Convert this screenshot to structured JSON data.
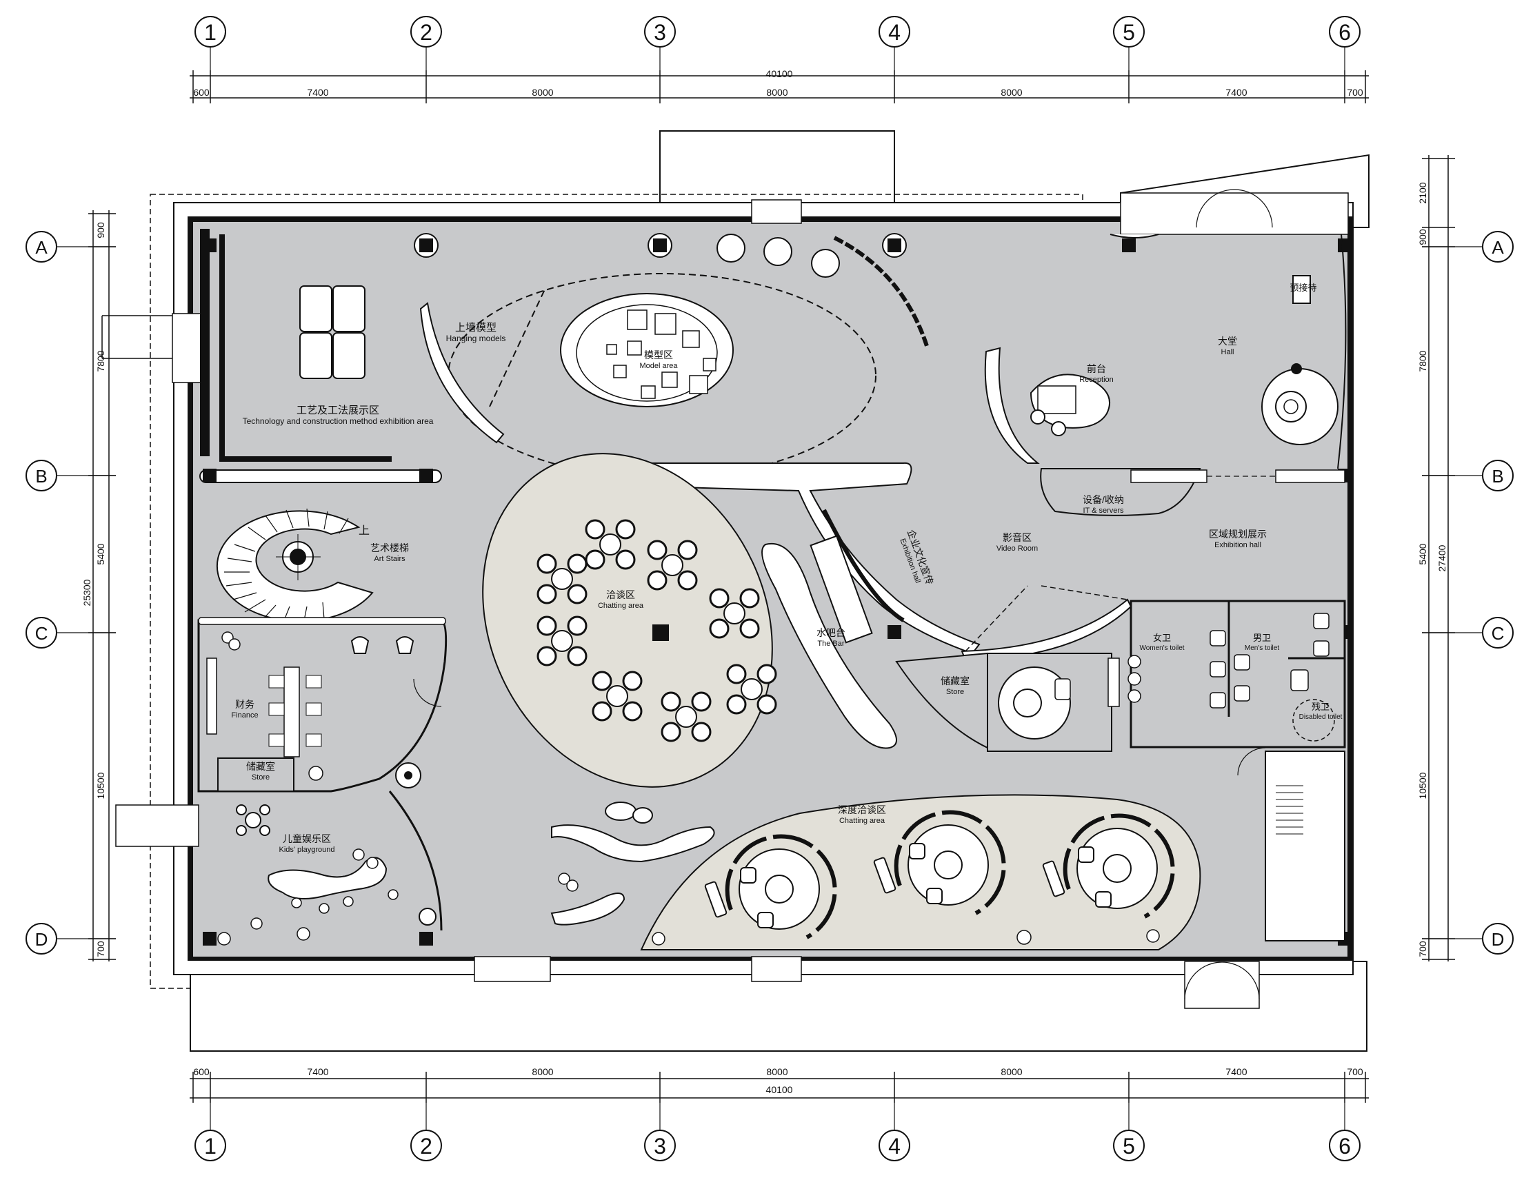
{
  "grid": {
    "columns": [
      "1",
      "2",
      "3",
      "4",
      "5",
      "6"
    ],
    "rows": [
      "A",
      "B",
      "C",
      "D"
    ]
  },
  "dimensions": {
    "top_segments": [
      "600",
      "7400",
      "8000",
      "8000",
      "8000",
      "7400",
      "700"
    ],
    "top_total": "40100",
    "bottom_segments": [
      "600",
      "7400",
      "8000",
      "8000",
      "8000",
      "7400",
      "700"
    ],
    "bottom_total": "40100",
    "left_segments": [
      "900",
      "7800",
      "5400",
      "10500",
      "700"
    ],
    "left_total": "25300",
    "right_segments": [
      "2100",
      "900",
      "7800",
      "5400",
      "10500",
      "700"
    ],
    "right_total": "27400"
  },
  "rooms": [
    {
      "zh": "工艺及工法展示区",
      "en": "Technology and construction method exhibition area"
    },
    {
      "zh": "上墙模型",
      "en": "Hanging models"
    },
    {
      "zh": "模型区",
      "en": "Model area"
    },
    {
      "zh": "前台",
      "en": "Reception"
    },
    {
      "zh": "大堂",
      "en": "Hall"
    },
    {
      "zh": "预接待",
      "en": ""
    },
    {
      "zh": "设备/收纳",
      "en": "IT & servers"
    },
    {
      "zh": "艺术楼梯",
      "en": "Art Stairs"
    },
    {
      "zh": "洽谈区",
      "en": "Chatting area"
    },
    {
      "zh": "企业文化宣传",
      "en": "Exhibition hall"
    },
    {
      "zh": "影音区",
      "en": "Video Room"
    },
    {
      "zh": "区域规划展示",
      "en": "Exhibition hall"
    },
    {
      "zh": "水吧台",
      "en": "The Bar"
    },
    {
      "zh": "储藏室",
      "en": "Store"
    },
    {
      "zh": "女卫",
      "en": "Women's toilet"
    },
    {
      "zh": "男卫",
      "en": "Men's toilet"
    },
    {
      "zh": "残卫",
      "en": "Disabled toilet"
    },
    {
      "zh": "财务",
      "en": "Finance"
    },
    {
      "zh": "储藏室",
      "en": "Store"
    },
    {
      "zh": "儿童娱乐区",
      "en": "Kids' playground"
    },
    {
      "zh": "深度洽谈区",
      "en": "Chatting area"
    }
  ],
  "stair_up_label": "上",
  "colors": {
    "floor": "#c8c9cb",
    "lounge": "#e2e0d8",
    "wall": "#111111",
    "white": "#ffffff"
  }
}
